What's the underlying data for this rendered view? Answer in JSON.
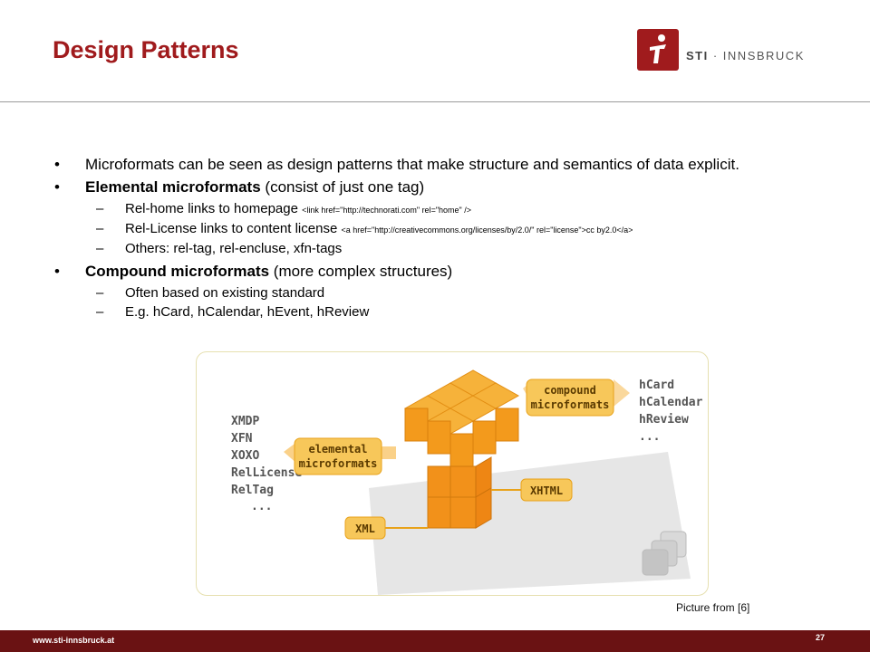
{
  "slide": {
    "title": "Design Patterns",
    "logo_text_bold": "STI",
    "logo_text_rest": "· INNSBRUCK"
  },
  "bullets": [
    {
      "text": "Microformats can be seen as design patterns that make structure and semantics of data explicit."
    },
    {
      "bold": "Elemental microformats",
      "rest": " (consist of just one tag)"
    },
    {
      "bold": "Compound microformats",
      "rest": " (more complex structures)"
    }
  ],
  "sub_elemental": [
    {
      "text": "Rel-home links to homepage ",
      "code": "<link href=\"http://technorati.com\" rel=\"home\" />"
    },
    {
      "text": "Rel-License links to content license ",
      "code": "<a href=\"http://creativecommons.org/licenses/by/2.0/\" rel=\"license\">cc by2.0</a>"
    },
    {
      "text": "Others: rel-tag, rel-encluse, xfn-tags"
    }
  ],
  "sub_compound": [
    {
      "text": "Often based on existing standard"
    },
    {
      "text": "E.g. hCard, hCalendar, hEvent, hReview"
    }
  ],
  "diagram": {
    "left_list": [
      "XMDP",
      "XFN",
      "XOXO",
      "RelLicense",
      "RelTag",
      "..."
    ],
    "right_list": [
      "hCard",
      "hCalendar",
      "hReview",
      "..."
    ],
    "label_compound_1": "compound",
    "label_compound_2": "microformats",
    "label_elemental_1": "elemental",
    "label_elemental_2": "microformats",
    "label_xhtml": "XHTML",
    "label_xml": "XML"
  },
  "caption": "Picture from [6]",
  "footer": {
    "url": "www.sti-innsbruck.at",
    "page": "27"
  },
  "colors": {
    "brand": "#a01b1d",
    "footer": "#6a1213",
    "cube": "#f5a623",
    "tag_fill": "#f7c75a"
  }
}
